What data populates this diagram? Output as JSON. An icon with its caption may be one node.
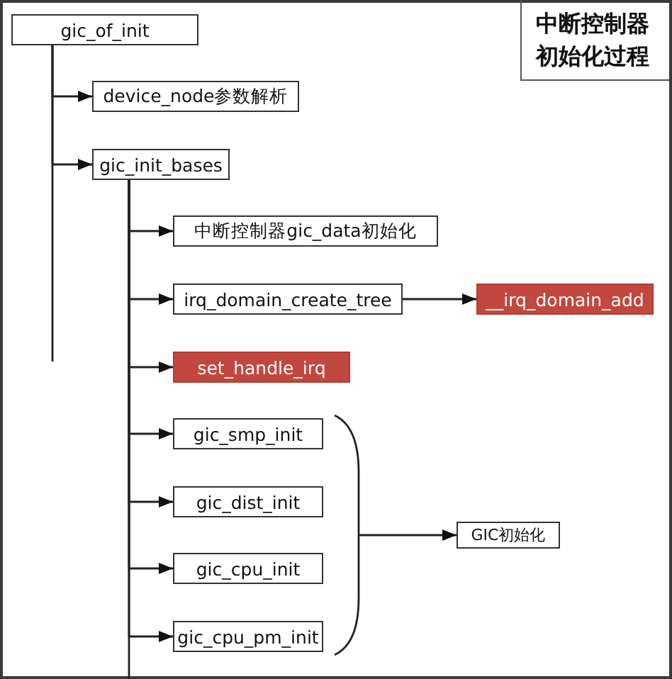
{
  "diagram": {
    "title": "中断控制器初始化过程",
    "nodes": [
      {
        "text": [
          "gic_of_init"
        ]
      },
      {
        "text": [
          "device_node参数解析"
        ]
      },
      {
        "text": [
          "gic_init_bases"
        ]
      },
      {
        "text": [
          "中断控制器gic_data初始化"
        ]
      },
      {
        "text": [
          "irq_domain_create_tree"
        ]
      },
      {
        "text": [
          "__irq_domain_add"
        ]
      },
      {
        "text": [
          "set_handle_irq"
        ]
      },
      {
        "text": [
          "gic_smp_init"
        ]
      },
      {
        "text": [
          "gic_dist_init"
        ]
      },
      {
        "text": [
          "gic_cpu_init"
        ]
      },
      {
        "text": [
          "gic_cpu_pm_init"
        ]
      },
      {
        "text": [
          "GIC初始化"
        ]
      },
      {
        "text": [],
        "shape": "brace"
      }
    ],
    "edges": [
      {
        "from": 0,
        "to": 1,
        "arrow": "to"
      },
      {
        "from": 0,
        "to": 2,
        "arrow": "to"
      },
      {
        "from": 2,
        "to": 3,
        "arrow": "to"
      },
      {
        "from": 2,
        "to": 4,
        "arrow": "to"
      },
      {
        "from": 2,
        "to": 6,
        "arrow": "to"
      },
      {
        "from": 2,
        "to": 7,
        "arrow": "to"
      },
      {
        "from": 2,
        "to": 8,
        "arrow": "to"
      },
      {
        "from": 2,
        "to": 9,
        "arrow": "to"
      },
      {
        "from": 2,
        "to": 10,
        "arrow": "to"
      },
      {
        "from": 4,
        "to": 5,
        "arrow": "to"
      },
      {
        "from": 12,
        "to": 11,
        "arrow": "to"
      }
    ]
  }
}
